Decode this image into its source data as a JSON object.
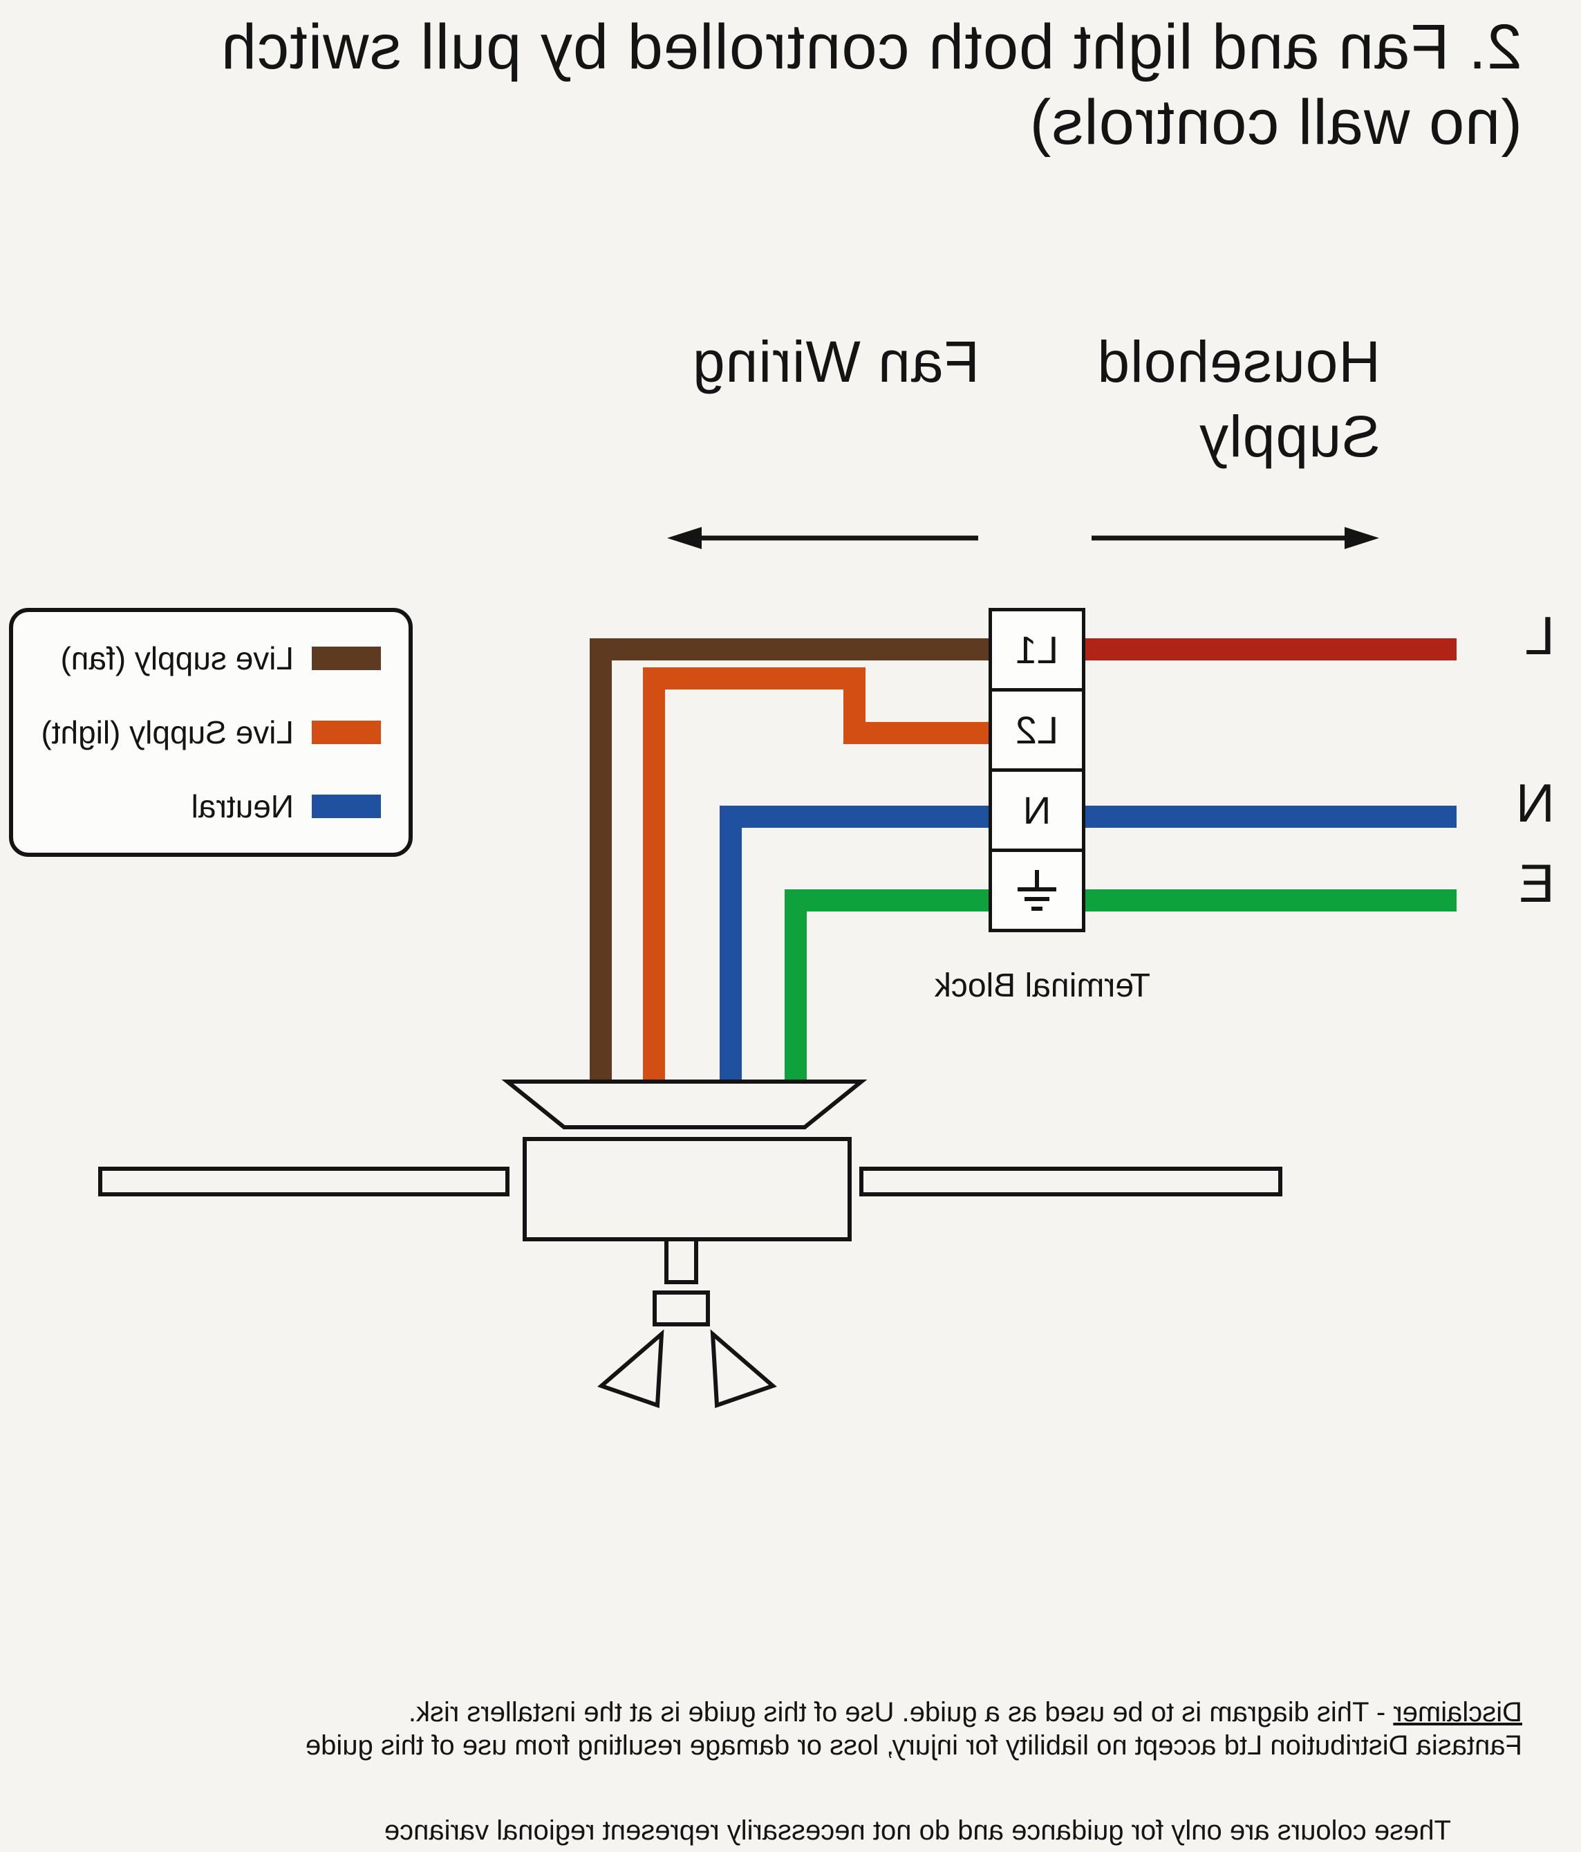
{
  "page": {
    "background": "#f5f4f1",
    "note": "diagram is horizontally mirrored"
  },
  "title": {
    "line1": "2. Fan and light both controlled by pull switch",
    "line2": "(no wall controls)"
  },
  "headings": {
    "household_line1": "Household",
    "household_line2": "Supply",
    "fan_wiring": "Fan Wiring"
  },
  "terminal_block": {
    "label": "Terminal Block",
    "terminals": [
      "L1",
      "L2",
      "N"
    ],
    "earth_terminal_icon": "earth-ground-icon"
  },
  "supply_lines": {
    "live_label": "L",
    "neutral_label": "N",
    "earth_label": "E"
  },
  "legend": {
    "items": [
      {
        "label": "Live supply (fan)",
        "color": "#5E3A20"
      },
      {
        "label": "Live Supply (light)",
        "color": "#D24E12"
      },
      {
        "label": "Neutral",
        "color": "#2050A0"
      }
    ]
  },
  "colors": {
    "live_fan_brown": "#5E3A20",
    "live_light_orange": "#D24E12",
    "live_supply_red": "#B02418",
    "neutral_blue": "#2050A0",
    "earth_green": "#0FA23C",
    "outline": "#141414"
  },
  "disclaimer": {
    "word": "Disclaimer",
    "line1_rest": " - This diagram is to be used as a guide.  Use of this guide is at the installers risk.",
    "line2": "Fantasia Distribution Ltd accept no liability for injury, loss or damage resulting from use of this guide",
    "note": "These colours are only for guidance and do not necessarily represent regional variance"
  }
}
